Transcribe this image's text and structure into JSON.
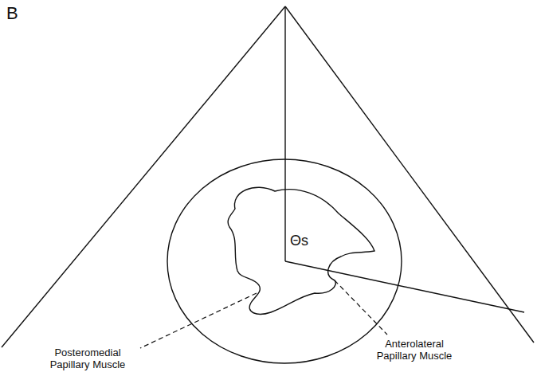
{
  "diagram": {
    "labels": [
      "B",
      "Θs",
      "Posteromedial Papillary Muscle",
      "Anterolateral Papillary Muscle"
    ]
  }
}
